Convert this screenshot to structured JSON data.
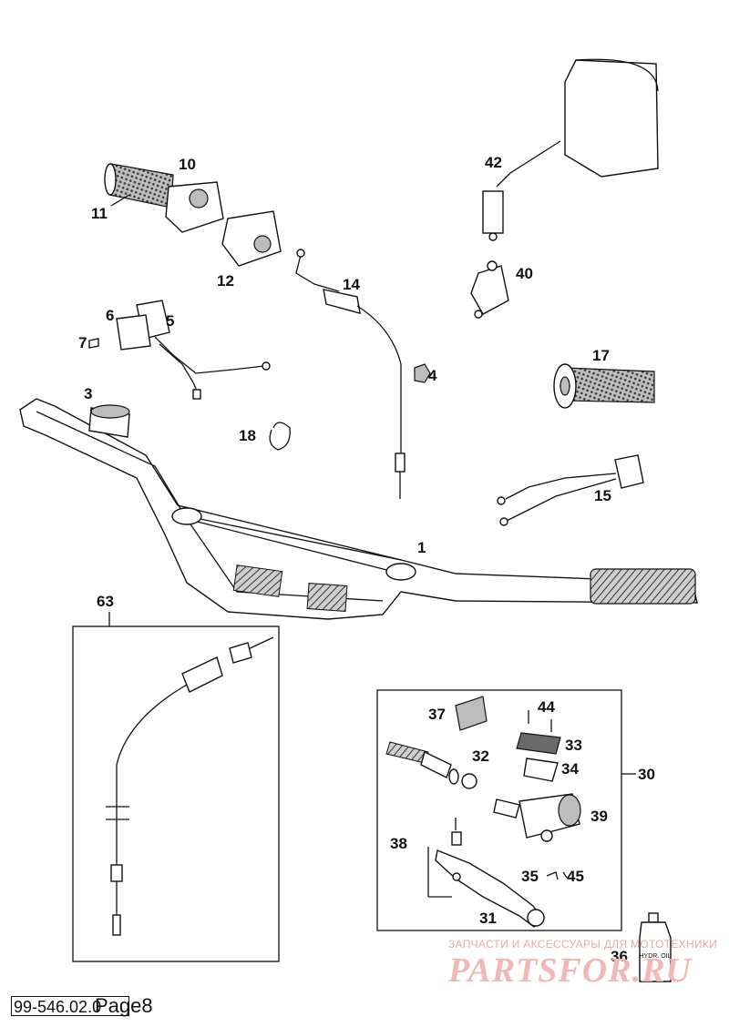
{
  "callouts": {
    "c1": "1",
    "c3": "3",
    "c4": "4",
    "c5": "5",
    "c6": "6",
    "c7": "7",
    "c10": "10",
    "c11": "11",
    "c12": "12",
    "c14": "14",
    "c15": "15",
    "c17": "17",
    "c18": "18",
    "c30": "30",
    "c31": "31",
    "c32": "32",
    "c33": "33",
    "c34": "34",
    "c35": "35",
    "c36": "36",
    "c37": "37",
    "c38": "38",
    "c39": "39",
    "c40": "40",
    "c42": "42",
    "c44": "44",
    "c45": "45",
    "c63": "63"
  },
  "footer": {
    "code": "99-546.02.0",
    "page": "Page8"
  },
  "watermark": {
    "tagline": "ЗАПЧАСТИ И АКСЕССУАРЫ ДЛЯ МОТОТЕХНИКИ",
    "brand": "PARTSFOR.RU"
  },
  "bottle_label": "HYDR. OIL"
}
